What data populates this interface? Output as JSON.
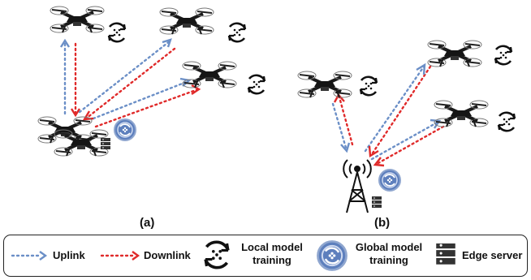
{
  "panels": {
    "a": "(a)",
    "b": "(b)"
  },
  "legend": {
    "uplink": "Uplink",
    "downlink": "Downlink",
    "local_line1": "Local model",
    "local_line2": "training",
    "global_line1": "Global model",
    "global_line2": "training",
    "edge_server": "Edge server"
  },
  "colors": {
    "uplink": "#6b8fc7",
    "downlink": "#e02a2a",
    "global_ring": "#2f5da8"
  },
  "icons": [
    "drone-icon",
    "local-training-icon",
    "global-training-icon",
    "cell-tower-icon",
    "edge-server-icon"
  ]
}
